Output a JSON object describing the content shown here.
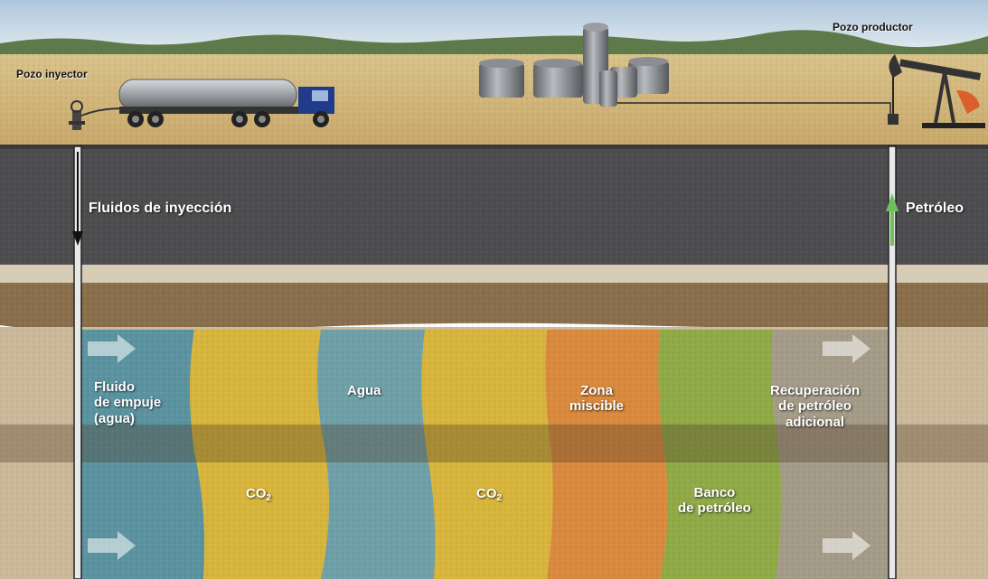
{
  "wells": {
    "injector_label": "Pozo inyector",
    "producer_label": "Pozo productor"
  },
  "flows": {
    "injection_label": "Fluidos de inyección",
    "oil_label": "Petróleo"
  },
  "zones": {
    "drive_fluid": "Fluido\nde empuje\n(agua)",
    "water": "Agua",
    "miscible": "Zona\nmiscible",
    "recovery": "Recuperación\nde petróleo\nadicional",
    "co2_first": "CO",
    "co2_first_sub": "2",
    "co2_second": "CO",
    "co2_second_sub": "2",
    "oil_bank": "Banco\nde petróleo"
  },
  "colors": {
    "water_zone": "#5b93a0",
    "co2_zone": "#d8b53c",
    "miscible_zone": "#d98a3e",
    "oil_bank_zone": "#8faa47",
    "recovery_zone": "#a49c88",
    "caprock": "#4d4d4f",
    "sandstone": "#cbb99a",
    "oil_arrow": "#6fbf5a"
  }
}
